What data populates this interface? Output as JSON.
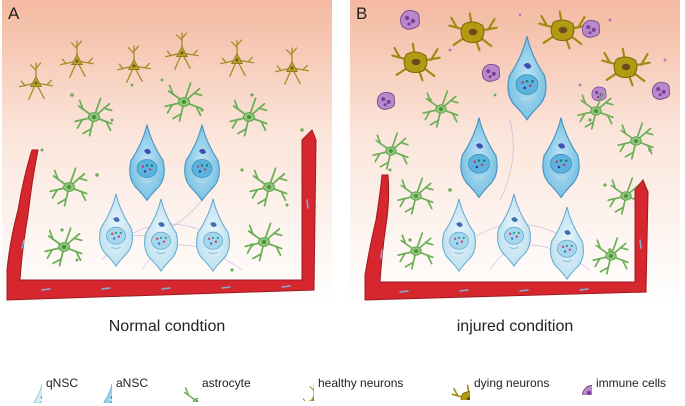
{
  "panels": {
    "a": {
      "letter": "A",
      "caption": "Normal condtion"
    },
    "b": {
      "letter": "B",
      "caption": "injured condition"
    }
  },
  "legend": [
    {
      "key": "qnsc",
      "label": "qNSC"
    },
    {
      "key": "ansc",
      "label": "aNSC"
    },
    {
      "key": "astrocyte",
      "label": "astrocyte"
    },
    {
      "key": "healthy-neurons",
      "label": "healthy neurons"
    },
    {
      "key": "dying-neurons",
      "label": "dying neurons"
    },
    {
      "key": "immune-cells",
      "label": "immune cells"
    }
  ],
  "colors": {
    "background_top": "#f6c3ad",
    "blood_vessel": "#d6262e",
    "blood_vessel_dark": "#9e1a20",
    "nsc_fill": "#8fcde8",
    "nsc_light": "#cfe9f5",
    "astrocyte": "#7fbf6a",
    "healthy_neuron": "#b59a2b",
    "dying_neuron": "#a8900f",
    "immune_cell": "#a470b8"
  }
}
